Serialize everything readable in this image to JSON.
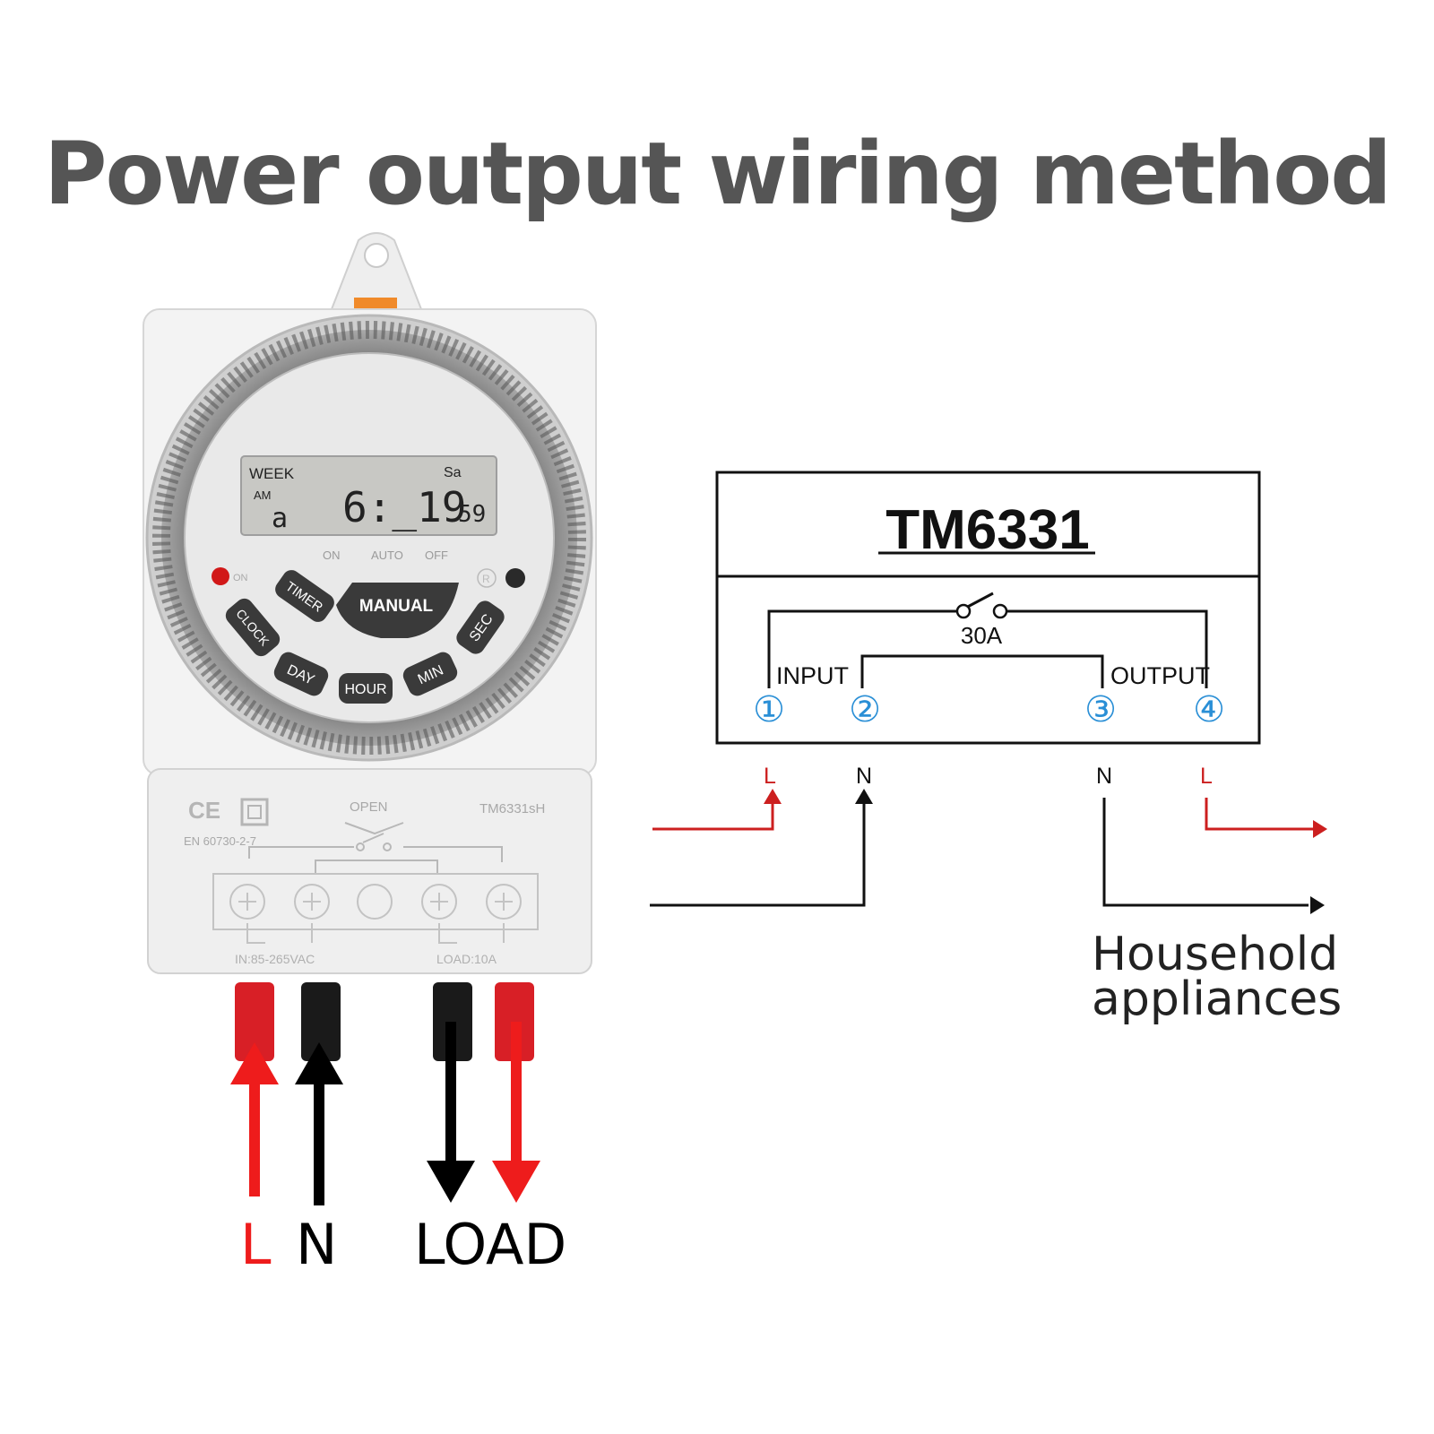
{
  "title": "Power output wiring method",
  "colors": {
    "live": "#cc1f1f",
    "neutral": "#111111",
    "terminal_number": "#2a8fd6",
    "title": "#555555",
    "housing": "#f2f2f2"
  },
  "timer": {
    "lcd": {
      "week": "WEEK",
      "day": "Sa",
      "am": "AM",
      "day_num": "a",
      "time": "6:_19",
      "seconds": "59"
    },
    "mode_labels": [
      "ON",
      "AUTO",
      "OFF"
    ],
    "on_led": "ON",
    "reset": "R",
    "buttons": {
      "timer": "TIMER",
      "manual": "MANUAL",
      "clock": "CLOCK",
      "day": "DAY",
      "hour": "HOUR",
      "min": "MIN",
      "sec": "SEC"
    },
    "front_marks": {
      "ce": "CE",
      "open": "OPEN",
      "model": "TM6331sH",
      "standard": "EN 60730-2-7",
      "input": "IN:85-265VAC",
      "load": "LOAD:10A"
    }
  },
  "bottom_labels": {
    "l": "L",
    "n": "N",
    "load": "LOAD"
  },
  "diagram": {
    "model": "TM6331",
    "switch_rating": "30A",
    "input": "INPUT",
    "output": "OUTPUT",
    "terminals": [
      "①",
      "②",
      "③",
      "④"
    ],
    "wires": {
      "t1": "L",
      "t2": "N",
      "t3": "N",
      "t4": "L"
    },
    "household_line1": "Household",
    "household_line2": "appliances"
  }
}
